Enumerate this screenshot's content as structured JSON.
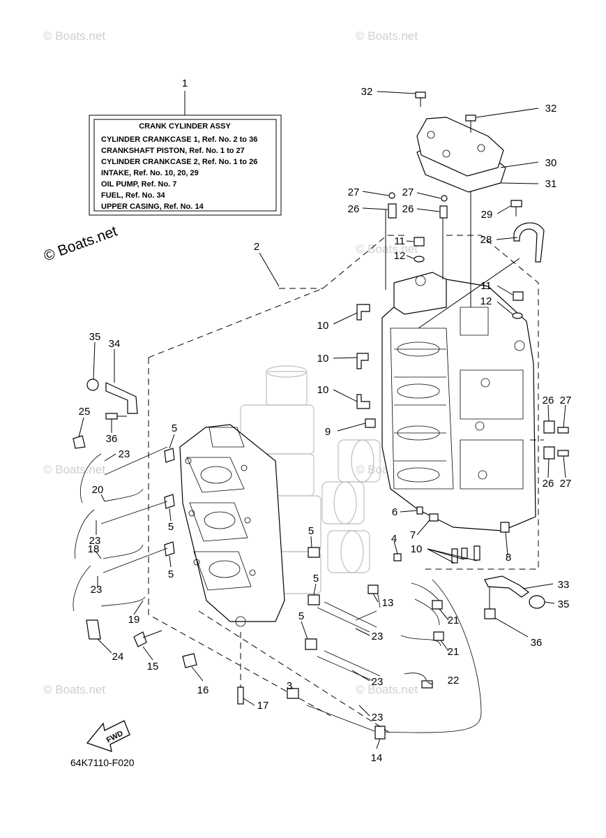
{
  "watermark": "© Boats.net",
  "assembly_box": {
    "ref": "1",
    "title": "CRANK CYLINDER ASSY",
    "lines": [
      "CYLINDER CRANKCASE 1,  Ref. No. 2 to 36",
      "CRANKSHAFT PISTON,  Ref. No. 1 to 27",
      "CYLINDER CRANKCASE 2,  Ref. No. 1 to 26",
      "INTAKE,  Ref. No. 10, 20, 29",
      "OIL PUMP,  Ref. No. 7",
      "FUEL,  Ref. No. 34",
      "UPPER CASING,  Ref. No. 14"
    ]
  },
  "callouts": [
    "32",
    "32",
    "30",
    "31",
    "27",
    "27",
    "26",
    "26",
    "29",
    "28",
    "11",
    "12",
    "11",
    "12",
    "2",
    "10",
    "10",
    "10",
    "35",
    "34",
    "25",
    "36",
    "9",
    "5",
    "23",
    "20",
    "5",
    "23",
    "18",
    "5",
    "23",
    "19",
    "24",
    "26",
    "27",
    "26",
    "27",
    "6",
    "7",
    "4",
    "10",
    "8",
    "5",
    "13",
    "5",
    "23",
    "21",
    "21",
    "23",
    "22",
    "3",
    "23",
    "33",
    "35",
    "36",
    "15",
    "16",
    "17",
    "14"
  ],
  "fwd_label": "FWD",
  "diagram_code": "64K7110-F020"
}
